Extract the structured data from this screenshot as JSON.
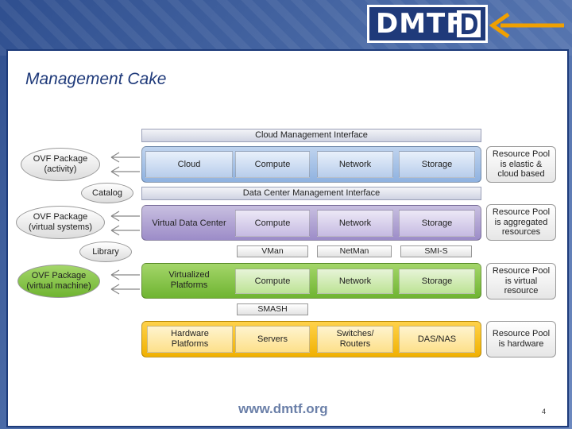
{
  "header": {
    "logo_text": "DMTF"
  },
  "slide": {
    "title": "Management Cake",
    "footer_url": "www.dmtf.org",
    "page_number": "4"
  },
  "interfaces": {
    "cloud": "Cloud  Management Interface",
    "datacenter": "Data Center Management Interface"
  },
  "layers": {
    "cloud": {
      "name": "Cloud",
      "compute": "Compute",
      "network": "Network",
      "storage": "Storage"
    },
    "vdc": {
      "name": "Virtual Data Center",
      "compute": "Compute",
      "network": "Network",
      "storage": "Storage"
    },
    "virt": {
      "name": "Virtualized\nPlatforms",
      "compute": "Compute",
      "network": "Network",
      "storage": "Storage"
    },
    "hw": {
      "name": "Hardware\nPlatforms",
      "compute": "Servers",
      "network": "Switches/\nRouters",
      "storage": "DAS/NAS"
    }
  },
  "mgmt": {
    "vman": "VMan",
    "netman": "NetMan",
    "smis": "SMI-S",
    "smash": "SMASH"
  },
  "left": {
    "ovf_activity": "OVF Package\n(activity)",
    "catalog": "Catalog",
    "ovf_systems": "OVF Package\n(virtual systems)",
    "library": "Library",
    "ovf_vm": "OVF Package\n(virtual machine)"
  },
  "pools": {
    "cloud": "Resource Pool\nis elastic &\ncloud based",
    "vdc": "Resource Pool\nis aggregated\nresources",
    "virt": "Resource Pool\nis virtual\nresource",
    "hw": "Resource Pool\nis hardware"
  },
  "colors": {
    "brand": "#1f3a7a",
    "accent_arrow": "#f0a000",
    "cloud": "#9fbce4",
    "vdc": "#a898cf",
    "virt": "#7cbd3c",
    "hw": "#f4c020"
  }
}
